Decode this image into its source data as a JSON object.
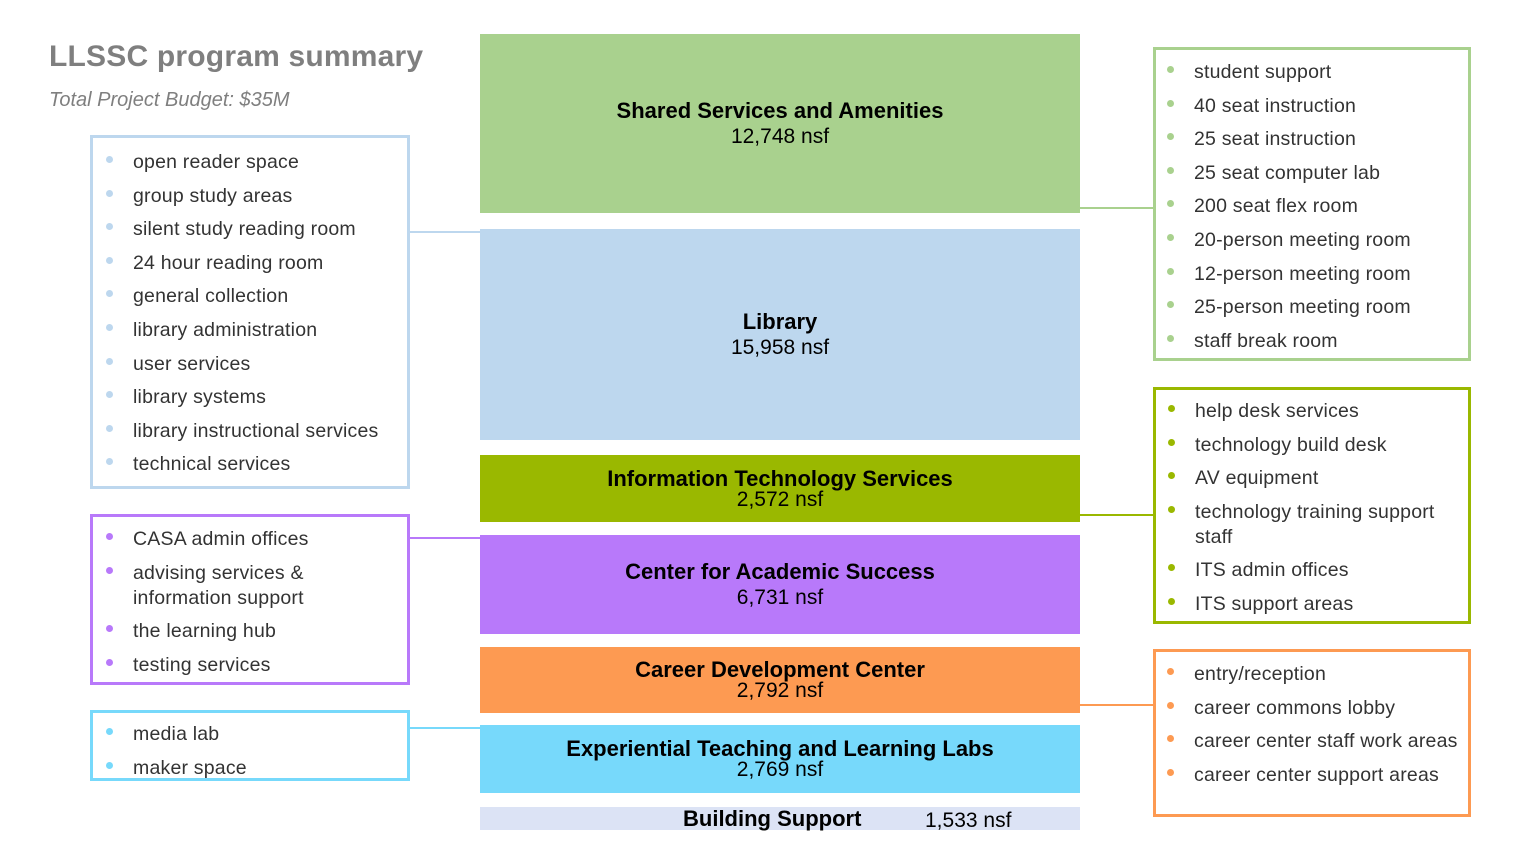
{
  "header": {
    "title": "LLSSC program summary",
    "subtitle": "Total Project Budget:  $35M"
  },
  "colors": {
    "shared": "#a9d18e",
    "library": "#bdd7ee",
    "its": "#9ab800",
    "casa": "#b879fa",
    "career": "#fd9a52",
    "labs": "#77d9fb",
    "support": "#dce3f5",
    "library_box_border": "#bdd7ee",
    "shared_box_border": "#a9d18e",
    "its_box_border": "#9ab800",
    "casa_box_border": "#b879fa",
    "career_box_border": "#fd9a52",
    "labs_box_border": "#77d9fb"
  },
  "blocks": [
    {
      "name": "Shared Services and Amenities",
      "value": "12,748 nsf"
    },
    {
      "name": "Library",
      "value": "15,958 nsf"
    },
    {
      "name": "Information Technology Services",
      "value": "2,572 nsf"
    },
    {
      "name": "Center for Academic Success",
      "value": "6,731 nsf"
    },
    {
      "name": "Career Development Center",
      "value": "2,792 nsf"
    },
    {
      "name": "Experiential Teaching and Learning Labs",
      "value": "2,769 nsf"
    },
    {
      "name": "Building Support",
      "value": "1,533 nsf"
    }
  ],
  "lists": {
    "library": [
      "open reader space",
      "group study areas",
      "silent study reading room",
      "24 hour reading room",
      "general collection",
      "library administration",
      "user services",
      "library systems",
      "library instructional services",
      "technical services"
    ],
    "casa": [
      "CASA admin offices",
      "advising services & information support",
      "the learning hub",
      "testing services"
    ],
    "labs": [
      "media lab",
      "maker space"
    ],
    "shared": [
      "student support",
      "40 seat instruction",
      "25 seat instruction",
      "25 seat computer lab",
      "200 seat flex room",
      "20-person meeting room",
      "12-person meeting room",
      "25-person meeting room",
      "staff break room"
    ],
    "its": [
      "help desk services",
      "technology build desk",
      "AV equipment",
      "technology training support staff",
      "ITS admin offices",
      "ITS support areas"
    ],
    "career": [
      "entry/reception",
      "career commons lobby",
      "career center staff work areas",
      "career center support areas"
    ]
  }
}
